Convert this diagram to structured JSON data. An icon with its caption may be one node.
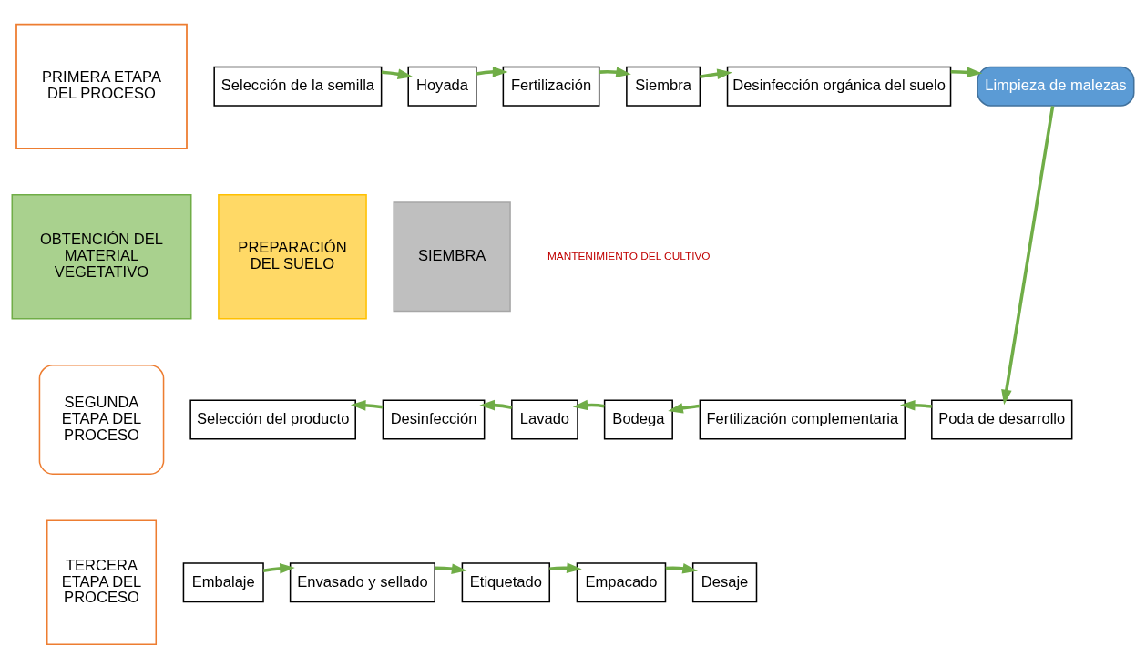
{
  "diagram": {
    "nodes": [
      {
        "text": [
          "PRIMERA ETAPA DEL PROCESO"
        ]
      },
      {
        "text": [
          "Selección de la semilla"
        ]
      },
      {
        "text": [
          "Hoyada"
        ]
      },
      {
        "text": [
          "Fertilización"
        ]
      },
      {
        "text": [
          "Siembra"
        ]
      },
      {
        "text": [
          "Desinfección orgánica del suelo"
        ]
      },
      {
        "text": [
          "Limpieza de malezas"
        ]
      },
      {
        "text": [
          "OBTENCIÓN DEL MATERIAL VEGETATIVO"
        ]
      },
      {
        "text": [
          "PREPARACIÓN DEL SUELO"
        ]
      },
      {
        "text": [
          "SIEMBRA"
        ]
      },
      {
        "text": [
          "Poda de desarrollo"
        ]
      },
      {
        "text": [
          "Fertilización complementaria"
        ]
      },
      {
        "text": [
          "Bodega"
        ]
      },
      {
        "text": [
          "Lavado"
        ]
      },
      {
        "text": [
          "Desinfección"
        ]
      },
      {
        "text": [
          "Selección del producto"
        ]
      },
      {
        "text": [
          "SEGUNDA ETAPA DEL PROCESO"
        ]
      },
      {
        "text": [
          "TERCERA ETAPA DEL PROCESO"
        ]
      },
      {
        "text": [
          "Embalaje"
        ]
      },
      {
        "text": [
          "Envasado y sellado"
        ]
      },
      {
        "text": [
          "Etiquetado"
        ]
      },
      {
        "text": [
          "Empacado"
        ]
      },
      {
        "text": [
          "Desaje"
        ]
      }
    ],
    "edges": [
      {
        "from": 1,
        "to": 2,
        "arrow": "to"
      },
      {
        "from": 2,
        "to": 3,
        "arrow": "to"
      },
      {
        "from": 3,
        "to": 4,
        "arrow": "to"
      },
      {
        "from": 4,
        "to": 5,
        "arrow": "to"
      },
      {
        "from": 5,
        "to": 6,
        "arrow": "to"
      },
      {
        "from": 6,
        "to": 10,
        "arrow": "to"
      },
      {
        "from": 10,
        "to": 11,
        "arrow": "to"
      },
      {
        "from": 11,
        "to": 12,
        "arrow": "to"
      },
      {
        "from": 12,
        "to": 13,
        "arrow": "to"
      },
      {
        "from": 13,
        "to": 14,
        "arrow": "to"
      },
      {
        "from": 14,
        "to": 15,
        "arrow": "to"
      },
      {
        "from": 18,
        "to": 19,
        "arrow": "to"
      },
      {
        "from": 19,
        "to": 20,
        "arrow": "to"
      },
      {
        "from": 20,
        "to": 21,
        "arrow": "to"
      },
      {
        "from": 21,
        "to": 22,
        "arrow": "to"
      }
    ],
    "labels": [
      "MANTENIMIENTO DEL CULTIVO"
    ]
  }
}
